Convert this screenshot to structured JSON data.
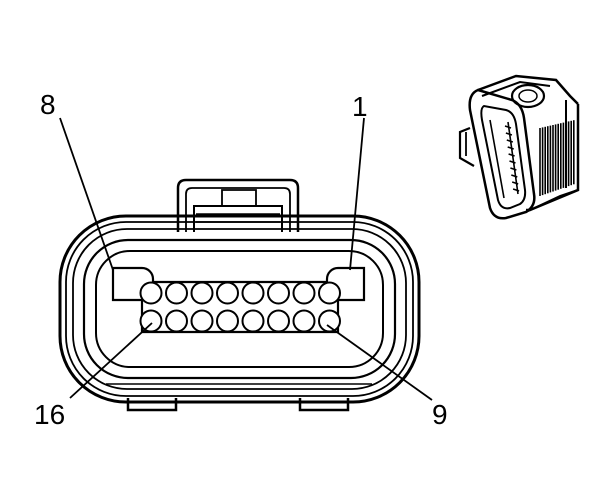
{
  "pin_labels": {
    "top_left": "8",
    "top_right": "1",
    "bottom_left": "16",
    "bottom_right": "9"
  },
  "connector": {
    "top_row_cavities": 8,
    "bottom_row_cavities": 8
  },
  "colors": {
    "line": "#000000",
    "background": "#ffffff"
  }
}
